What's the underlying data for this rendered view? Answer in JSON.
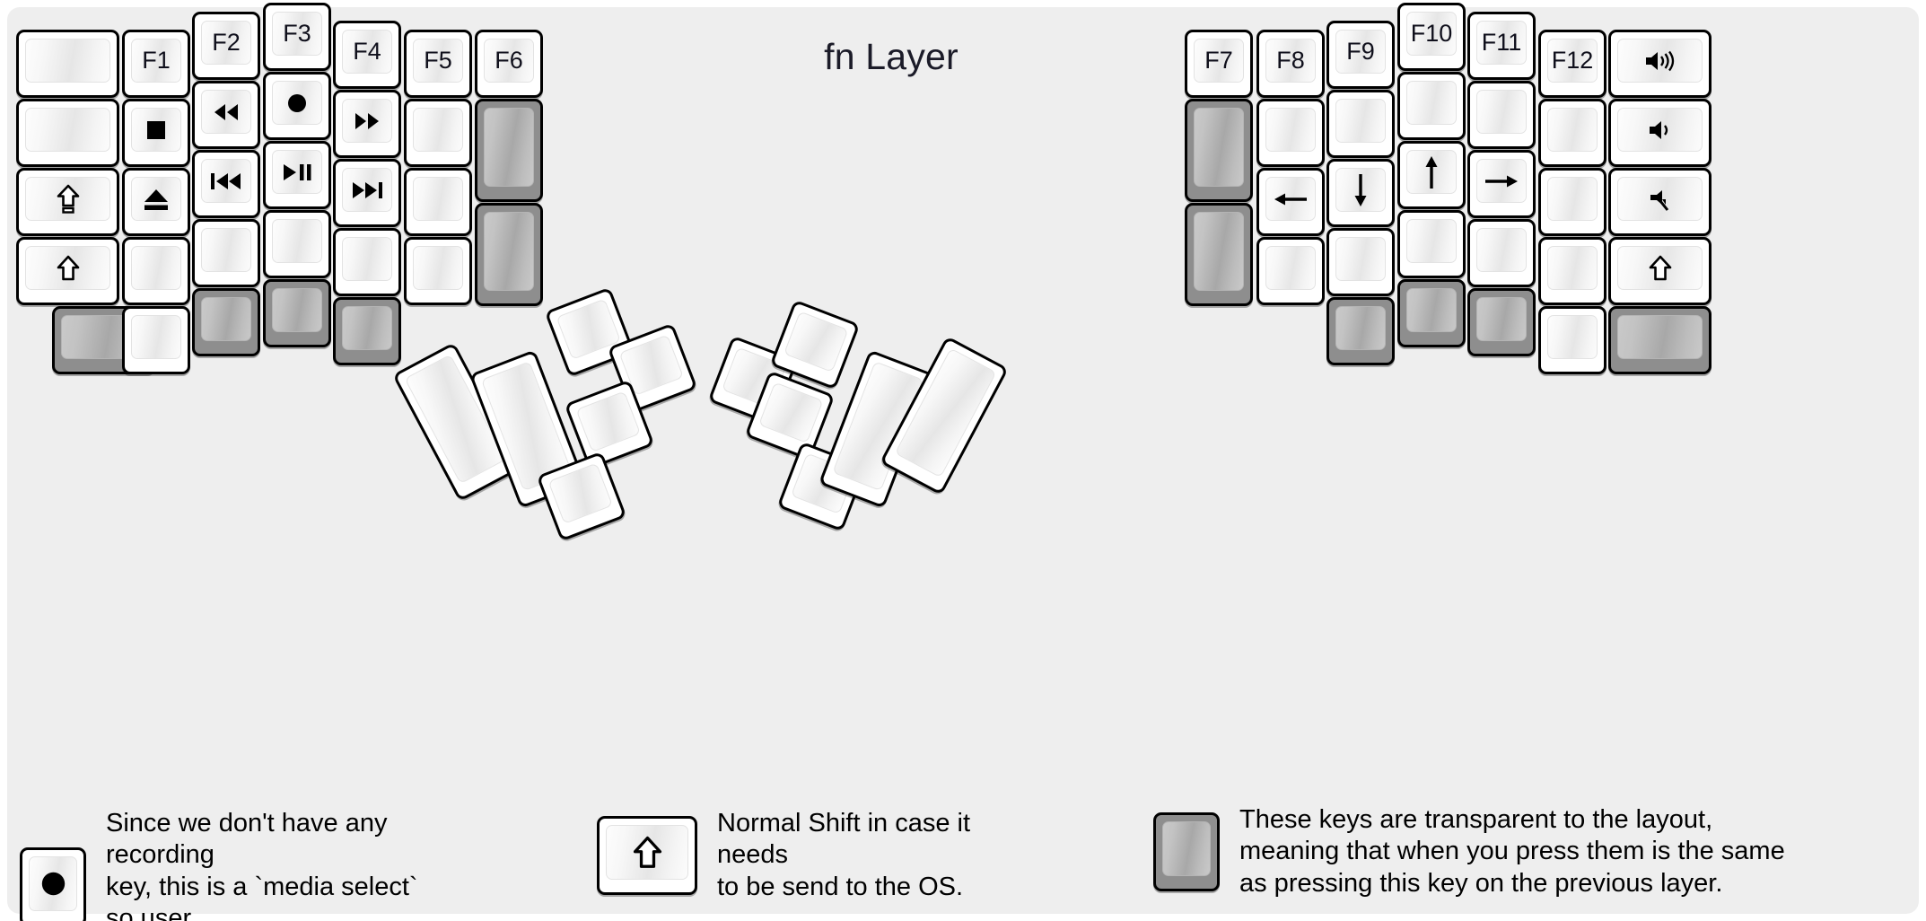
{
  "title": "fn Layer",
  "colors": {
    "background": "#eeeeee",
    "key_face": "#ffffff",
    "key_outline": "#000000",
    "transparent_key": "#8e8e8e",
    "label_text": "#10101c"
  },
  "left_half": {
    "columns": [
      {
        "name": "col-pinky-outer",
        "keys": [
          {
            "label": "",
            "icon": "",
            "type": "normal"
          },
          {
            "label": "",
            "icon": "",
            "type": "normal"
          },
          {
            "label": "",
            "icon": "shift-caps-icon",
            "type": "normal"
          },
          {
            "label": "",
            "icon": "shift-icon",
            "type": "normal"
          },
          {
            "label": "",
            "icon": "",
            "type": "transparent"
          }
        ]
      },
      {
        "name": "col-pinky",
        "keys": [
          {
            "label": "F1",
            "icon": "",
            "type": "normal"
          },
          {
            "label": "",
            "icon": "media-stop-icon",
            "type": "normal"
          },
          {
            "label": "",
            "icon": "media-eject-icon",
            "type": "normal"
          },
          {
            "label": "",
            "icon": "",
            "type": "normal"
          },
          {
            "label": "",
            "icon": "",
            "type": "normal"
          }
        ]
      },
      {
        "name": "col-ring",
        "keys": [
          {
            "label": "F2",
            "icon": "",
            "type": "normal"
          },
          {
            "label": "",
            "icon": "media-rewind-icon",
            "type": "normal"
          },
          {
            "label": "",
            "icon": "media-previous-icon",
            "type": "normal"
          },
          {
            "label": "",
            "icon": "",
            "type": "normal"
          },
          {
            "label": "",
            "icon": "",
            "type": "transparent"
          }
        ]
      },
      {
        "name": "col-middle",
        "keys": [
          {
            "label": "F3",
            "icon": "",
            "type": "normal"
          },
          {
            "label": "",
            "icon": "media-record-icon",
            "type": "normal"
          },
          {
            "label": "",
            "icon": "media-play-pause-icon",
            "type": "normal"
          },
          {
            "label": "",
            "icon": "",
            "type": "normal"
          },
          {
            "label": "",
            "icon": "",
            "type": "transparent"
          }
        ]
      },
      {
        "name": "col-index",
        "keys": [
          {
            "label": "F4",
            "icon": "",
            "type": "normal"
          },
          {
            "label": "",
            "icon": "media-fast-forward-icon",
            "type": "normal"
          },
          {
            "label": "",
            "icon": "media-next-icon",
            "type": "normal"
          },
          {
            "label": "",
            "icon": "",
            "type": "normal"
          },
          {
            "label": "",
            "icon": "",
            "type": "transparent"
          }
        ]
      },
      {
        "name": "col-index-inner",
        "keys": [
          {
            "label": "F5",
            "icon": "",
            "type": "normal"
          },
          {
            "label": "",
            "icon": "",
            "type": "normal"
          },
          {
            "label": "",
            "icon": "",
            "type": "normal"
          },
          {
            "label": "",
            "icon": "",
            "type": "normal"
          }
        ]
      },
      {
        "name": "col-inner",
        "keys": [
          {
            "label": "F6",
            "icon": "",
            "type": "normal"
          },
          {
            "label": "",
            "icon": "",
            "type": "transparent"
          },
          {
            "label": "",
            "icon": "",
            "type": "transparent"
          }
        ]
      }
    ],
    "thumb_cluster": [
      {
        "label": "",
        "icon": "",
        "type": "normal",
        "size": "2u"
      },
      {
        "label": "",
        "icon": "",
        "type": "normal",
        "size": "2u"
      },
      {
        "label": "",
        "icon": "",
        "type": "normal",
        "size": "1u"
      },
      {
        "label": "",
        "icon": "",
        "type": "normal",
        "size": "1u"
      },
      {
        "label": "",
        "icon": "",
        "type": "normal",
        "size": "1u"
      },
      {
        "label": "",
        "icon": "",
        "type": "normal",
        "size": "1u"
      }
    ]
  },
  "right_half": {
    "columns": [
      {
        "name": "col-inner",
        "keys": [
          {
            "label": "F7",
            "icon": "",
            "type": "normal"
          },
          {
            "label": "",
            "icon": "",
            "type": "transparent"
          },
          {
            "label": "",
            "icon": "",
            "type": "transparent"
          }
        ]
      },
      {
        "name": "col-index-inner",
        "keys": [
          {
            "label": "F8",
            "icon": "",
            "type": "normal"
          },
          {
            "label": "",
            "icon": "",
            "type": "normal"
          },
          {
            "label": "",
            "icon": "arrow-left-icon",
            "type": "normal"
          },
          {
            "label": "",
            "icon": "",
            "type": "normal"
          }
        ]
      },
      {
        "name": "col-index",
        "keys": [
          {
            "label": "F9",
            "icon": "",
            "type": "normal"
          },
          {
            "label": "",
            "icon": "",
            "type": "normal"
          },
          {
            "label": "",
            "icon": "arrow-down-icon",
            "type": "normal"
          },
          {
            "label": "",
            "icon": "",
            "type": "normal"
          },
          {
            "label": "",
            "icon": "",
            "type": "transparent"
          }
        ]
      },
      {
        "name": "col-middle",
        "keys": [
          {
            "label": "F10",
            "icon": "",
            "type": "normal"
          },
          {
            "label": "",
            "icon": "",
            "type": "normal"
          },
          {
            "label": "",
            "icon": "arrow-up-icon",
            "type": "normal"
          },
          {
            "label": "",
            "icon": "",
            "type": "normal"
          },
          {
            "label": "",
            "icon": "",
            "type": "transparent"
          }
        ]
      },
      {
        "name": "col-ring",
        "keys": [
          {
            "label": "F11",
            "icon": "",
            "type": "normal"
          },
          {
            "label": "",
            "icon": "",
            "type": "normal"
          },
          {
            "label": "",
            "icon": "arrow-right-icon",
            "type": "normal"
          },
          {
            "label": "",
            "icon": "",
            "type": "normal"
          },
          {
            "label": "",
            "icon": "",
            "type": "transparent"
          }
        ]
      },
      {
        "name": "col-pinky",
        "keys": [
          {
            "label": "F12",
            "icon": "",
            "type": "normal"
          },
          {
            "label": "",
            "icon": "",
            "type": "normal"
          },
          {
            "label": "",
            "icon": "",
            "type": "normal"
          },
          {
            "label": "",
            "icon": "",
            "type": "normal"
          },
          {
            "label": "",
            "icon": "",
            "type": "normal"
          }
        ]
      },
      {
        "name": "col-pinky-outer",
        "keys": [
          {
            "label": "",
            "icon": "volume-up-icon",
            "type": "normal"
          },
          {
            "label": "",
            "icon": "volume-down-icon",
            "type": "normal"
          },
          {
            "label": "",
            "icon": "volume-mute-icon",
            "type": "normal"
          },
          {
            "label": "",
            "icon": "shift-icon",
            "type": "normal"
          },
          {
            "label": "",
            "icon": "",
            "type": "transparent"
          }
        ]
      }
    ],
    "thumb_cluster": [
      {
        "label": "",
        "icon": "",
        "type": "normal",
        "size": "1u"
      },
      {
        "label": "",
        "icon": "",
        "type": "normal",
        "size": "1u"
      },
      {
        "label": "",
        "icon": "",
        "type": "normal",
        "size": "1u"
      },
      {
        "label": "",
        "icon": "",
        "type": "normal",
        "size": "1u"
      },
      {
        "label": "",
        "icon": "",
        "type": "normal",
        "size": "2u"
      },
      {
        "label": "",
        "icon": "",
        "type": "normal",
        "size": "2u"
      }
    ]
  },
  "legend": [
    {
      "key_icon": "media-record-icon",
      "key_type": "normal",
      "text": "Since we don't have any recording\nkey, this is a `media select` so user\ncan map it to anything else."
    },
    {
      "key_icon": "shift-icon",
      "key_type": "normal",
      "text": "Normal Shift in case it needs\nto be send to the OS."
    },
    {
      "key_icon": "",
      "key_type": "transparent",
      "text": "These keys are transparent to the layout,\nmeaning that when you press them is the same\nas pressing this key on the previous layer."
    }
  ]
}
